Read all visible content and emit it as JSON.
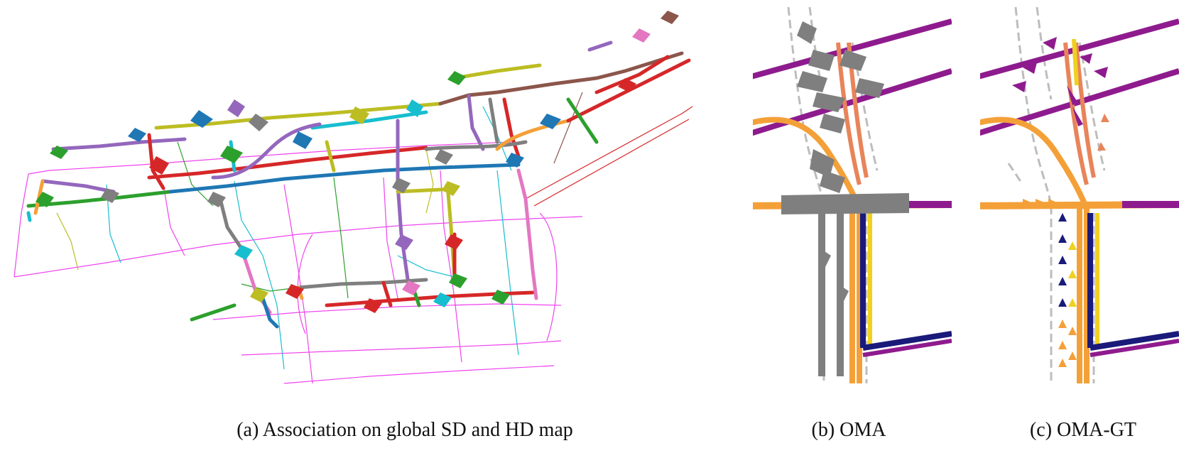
{
  "captions": {
    "a": "(a)  Association on global SD and HD map",
    "b": "(b) OMA",
    "c": "(c) OMA-GT"
  },
  "colors": {
    "background": "#ffffff",
    "purple": "#8e1b8e",
    "violet": "#9467bd",
    "orange": "#f4a038",
    "salmon": "#e8845a",
    "gray": "#7f7f7f",
    "dashed_gray": "#bdbdbd",
    "navy": "#1a1a7a",
    "yellow": "#f0d020",
    "red": "#d62728",
    "green": "#2ca02c",
    "olive": "#bcbd22",
    "cyan": "#17becf",
    "blue": "#1f77b4",
    "pink": "#e377c2",
    "brown": "#8c564b",
    "magenta": "#ee44ee"
  }
}
